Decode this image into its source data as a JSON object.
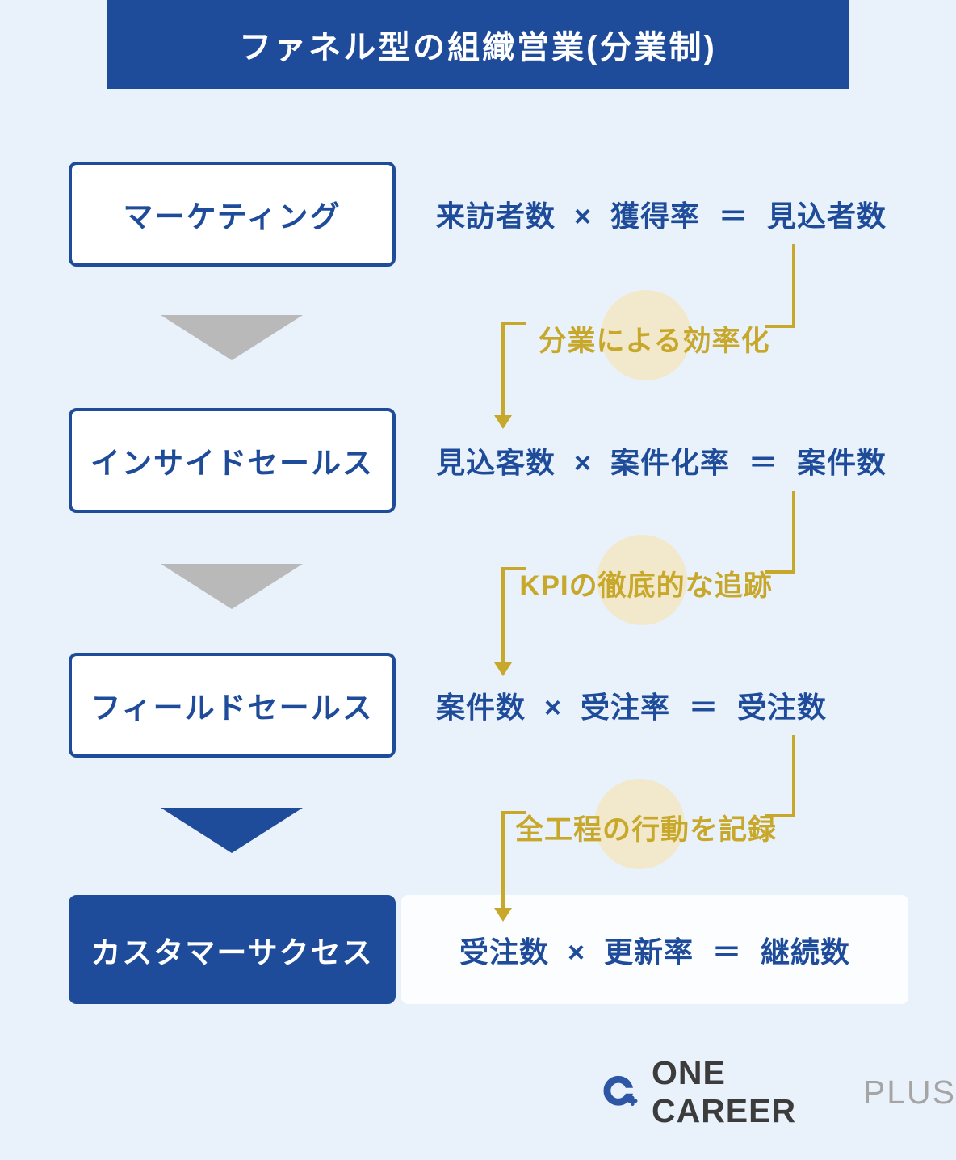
{
  "header": {
    "title": "ファネル型の組織営業(分業制)"
  },
  "funnel": {
    "stages": [
      {
        "label": "マーケティング",
        "formula": "来訪者数 × 獲得率 ＝ 見込者数"
      },
      {
        "label": "インサイドセールス",
        "formula": "見込客数 × 案件化率 ＝ 案件数"
      },
      {
        "label": "フィールドセールス",
        "formula": "案件数 × 受注率 ＝ 受注数"
      },
      {
        "label": "カスタマーサクセス",
        "formula": "受注数 × 更新率 ＝ 継続数"
      }
    ]
  },
  "annotations": [
    {
      "text": "分業による効率化"
    },
    {
      "text": "KPIの徹底的な追跡"
    },
    {
      "text": "全工程の行動を記録"
    }
  ],
  "icons": {
    "stage_arrow": "triangle-down",
    "annotation_arrow": "arrow-down",
    "logo_icon": "one-career-ring-plus"
  },
  "logo": {
    "brand": "ONE CAREER",
    "suffix": "PLUS"
  },
  "colors": {
    "accent-blue": "#1e4c9a",
    "gold": "#c8a82b",
    "pale-gold": "#f2e9cc",
    "arrow-gray": "#b9b9b9",
    "background": "#e9f1fb",
    "card-white": "#fbfdff",
    "logo-blue": "#2d56a5",
    "logo-text": "#3c3c3c",
    "logo-plus": "#a5a5a5"
  }
}
